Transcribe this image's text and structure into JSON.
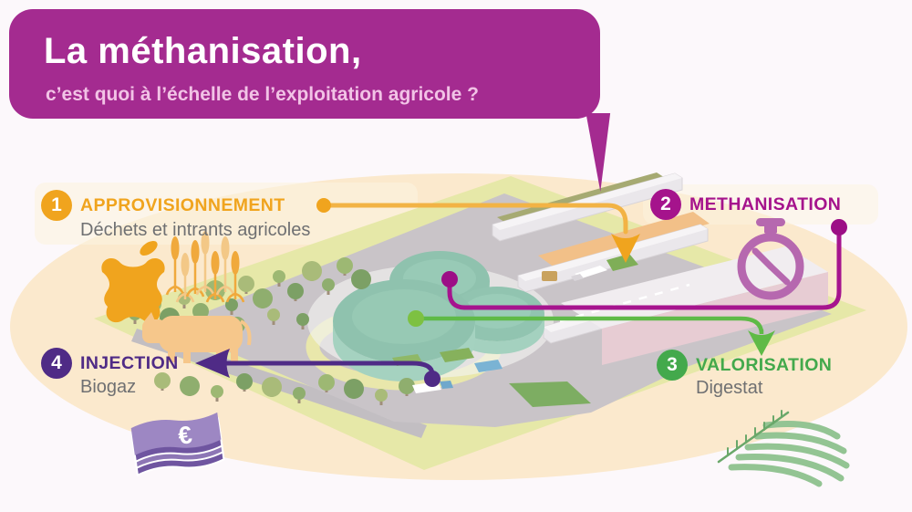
{
  "header": {
    "title": "La méthanisation,",
    "subtitle": "c’est quoi à l’échelle de l’exploitation agricole ?"
  },
  "steps": [
    {
      "number": "1",
      "label": "APPROVISIONNEMENT",
      "sublabel": "Déchets et intrants agricoles",
      "color": "#f0a41e"
    },
    {
      "number": "2",
      "label": "METHANISATION",
      "sublabel": "",
      "color": "#a5138c"
    },
    {
      "number": "3",
      "label": "VALORISATION",
      "sublabel": "Digestat",
      "color": "#43a94c"
    },
    {
      "number": "4",
      "label": "INJECTION",
      "sublabel": "Biogaz",
      "color": "#4f2b86"
    }
  ],
  "icons": {
    "apple_core": "apple-core-icon",
    "wheat": "wheat-icon",
    "cow": "cow-icon",
    "stopwatch": "stopwatch-icon",
    "banknotes": "banknotes-icon",
    "banknotes_symbol": "€",
    "field": "field-rows-icon"
  },
  "colors": {
    "banner": "#a42b90",
    "banner_subtitle": "#f2c3e6",
    "ellipse_background": "#fbe9cd",
    "page_background": "#fcf8fb",
    "orange_flow": "#f2b345",
    "magenta_flow": "#a6148e",
    "green_flow": "#5fba47",
    "purple_flow": "#4f2b86",
    "gray_text": "#6f7072",
    "stopwatch": "#b668af"
  }
}
